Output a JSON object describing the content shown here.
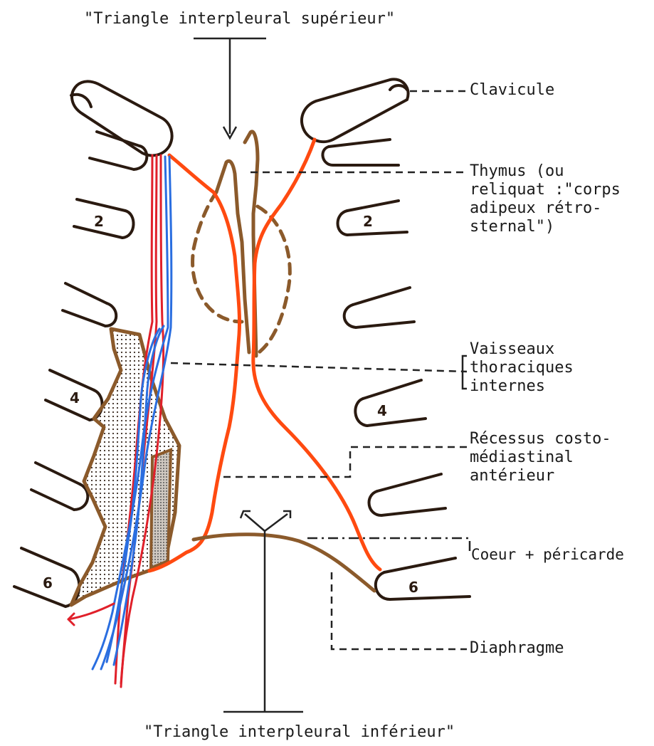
{
  "labels": {
    "top": "\"Triangle interpleural supérieur\"",
    "bottom": "\"Triangle interpleural inférieur\"",
    "clavicule": "Clavicule",
    "thymus": "Thymus (ou\nreliquat :\"corps\nadipeux rétro-\nsternal\")",
    "vaisseaux": "Vaisseaux\nthoraciques\ninternes",
    "recessus": "Récessus costo-\nmédiastinal\nantérieur",
    "coeur": "Coeur + péricarde",
    "diaphragme": "Diaphragme"
  },
  "rib_numbers": {
    "left_2": "2",
    "right_2": "2",
    "left_4": "4",
    "right_4": "4",
    "left_6": "6",
    "right_6": "6"
  },
  "colors": {
    "bone": "#2a1a10",
    "pleura": "#ff4a10",
    "thymus": "#8b5a2b",
    "artery": "#e0202a",
    "vein": "#2a6ee0",
    "leader": "#222222"
  }
}
